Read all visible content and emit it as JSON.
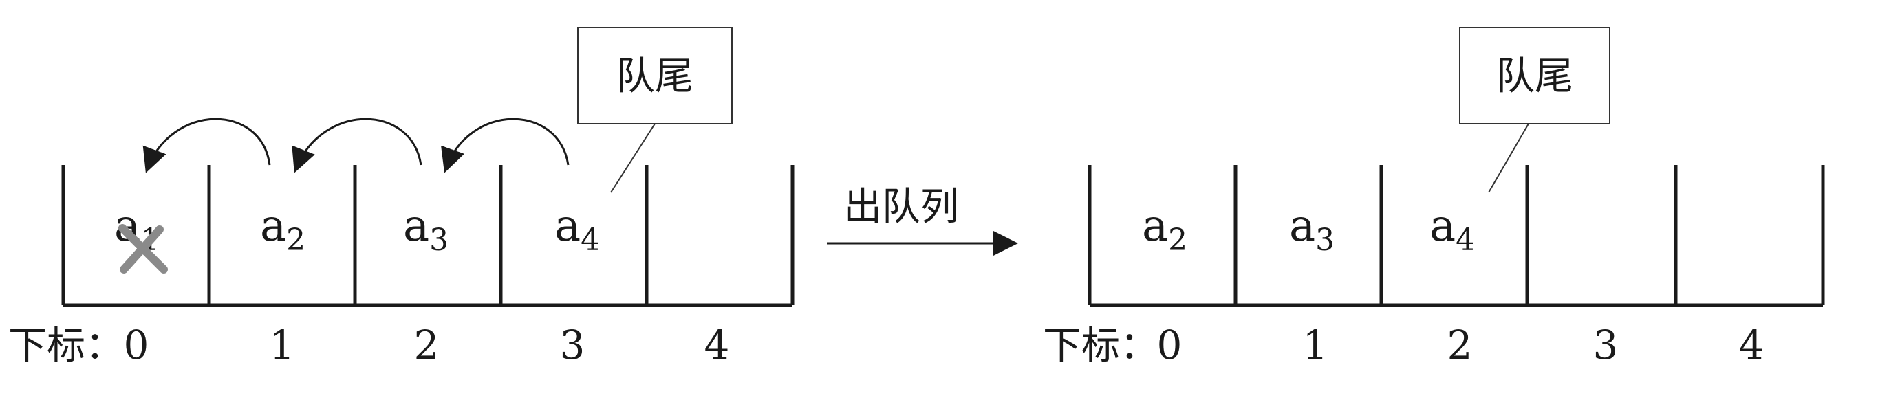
{
  "before": {
    "cells": [
      {
        "base": "a",
        "sub": "1",
        "crossed": true
      },
      {
        "base": "a",
        "sub": "2",
        "crossed": false
      },
      {
        "base": "a",
        "sub": "3",
        "crossed": false
      },
      {
        "base": "a",
        "sub": "4",
        "crossed": false
      },
      {
        "base": "",
        "sub": "",
        "crossed": false
      }
    ],
    "index_prefix": "下标：",
    "indices": [
      "0",
      "1",
      "2",
      "3",
      "4"
    ],
    "tail_label": "队尾"
  },
  "operation_label": "出队列",
  "after": {
    "cells": [
      {
        "base": "a",
        "sub": "2",
        "crossed": false
      },
      {
        "base": "a",
        "sub": "3",
        "crossed": false
      },
      {
        "base": "a",
        "sub": "4",
        "crossed": false
      },
      {
        "base": "",
        "sub": "",
        "crossed": false
      },
      {
        "base": "",
        "sub": "",
        "crossed": false
      }
    ],
    "index_prefix": "下标：",
    "indices": [
      "0",
      "1",
      "2",
      "3",
      "4"
    ],
    "tail_label": "队尾"
  },
  "colors": {
    "line": "#1a1a1a",
    "cross": "#8a8a8a"
  }
}
